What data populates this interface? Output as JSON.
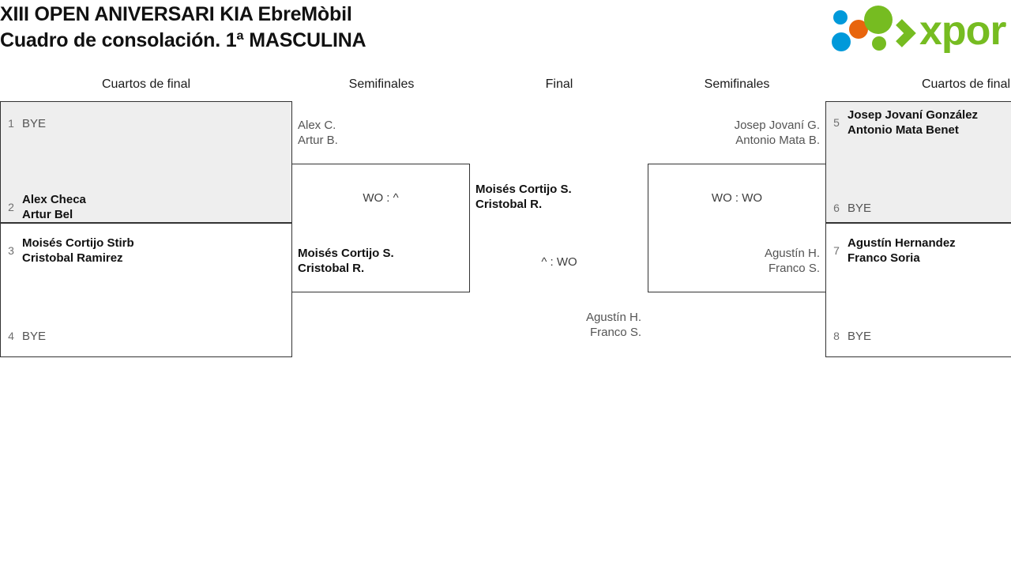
{
  "header": {
    "title_line1": "XIII OPEN ANIVERSARI KIA EbreMòbil",
    "title_line2": "Cuadro de consolación. 1ª MASCULINA",
    "logo_text": "xporty",
    "logo_colors": {
      "green": "#76bc21",
      "blue": "#0099da",
      "orange": "#e8650d"
    }
  },
  "rounds": [
    {
      "label": "Cuartos de final"
    },
    {
      "label": "Semifinales"
    },
    {
      "label": "Final"
    },
    {
      "label": "Semifinales"
    },
    {
      "label": "Cuartos de final"
    }
  ],
  "bracket": {
    "left_quarterfinals": [
      {
        "shaded": true,
        "top": {
          "seed": "1",
          "names": [
            "BYE"
          ],
          "result": "loser"
        },
        "bottom": {
          "seed": "2",
          "names": [
            "Alex Checa",
            "Artur Bel"
          ],
          "result": "winner"
        }
      },
      {
        "shaded": false,
        "top": {
          "seed": "3",
          "names": [
            "Moisés Cortijo Stirb",
            "Cristobal Ramirez"
          ],
          "result": "winner"
        },
        "bottom": {
          "seed": "4",
          "names": [
            "BYE"
          ],
          "result": "loser"
        }
      }
    ],
    "left_semifinal": {
      "top": {
        "names": [
          "Alex C.",
          "Artur B."
        ],
        "result": "loser"
      },
      "bottom": {
        "names": [
          "Moisés Cortijo S.",
          "Cristobal R."
        ],
        "result": "winner"
      },
      "score": "WO : ^"
    },
    "final": {
      "top": {
        "names": [
          "Moisés Cortijo S.",
          "Cristobal R."
        ],
        "result": "winner"
      },
      "bottom": {
        "names": [
          "Agustín H.",
          "Franco S."
        ],
        "result": "loser"
      },
      "score": "^ : WO"
    },
    "right_semifinal": {
      "top": {
        "names": [
          "Josep Jovaní G.",
          "Antonio Mata B."
        ],
        "result": "loser"
      },
      "bottom": {
        "names": [
          "Agustín H.",
          "Franco S."
        ],
        "result": "loser"
      },
      "score": "WO : WO"
    },
    "right_quarterfinals": [
      {
        "shaded": true,
        "top": {
          "seed": "5",
          "names": [
            "Josep Jovaní González",
            "Antonio Mata Benet"
          ],
          "result": "winner"
        },
        "bottom": {
          "seed": "6",
          "names": [
            "BYE"
          ],
          "result": "loser"
        }
      },
      {
        "shaded": false,
        "top": {
          "seed": "7",
          "names": [
            "Agustín Hernandez",
            "Franco Soria"
          ],
          "result": "winner"
        },
        "bottom": {
          "seed": "8",
          "names": [
            "BYE"
          ],
          "result": "loser"
        }
      }
    ]
  }
}
